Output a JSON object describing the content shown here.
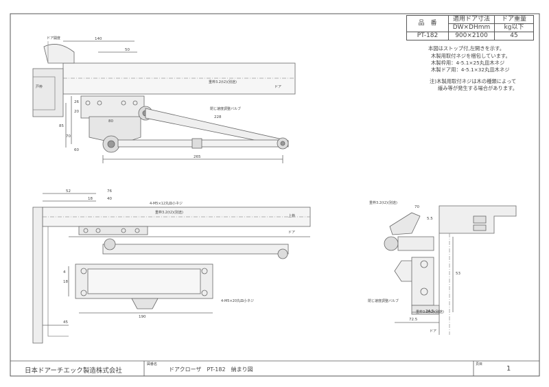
{
  "spec_table": {
    "headers": [
      "品　番",
      "適用ドア寸法",
      "ドア重量"
    ],
    "subheaders": [
      "DW×DHmm",
      "kg以下"
    ],
    "row": [
      "PT-182",
      "900×2100",
      "45"
    ]
  },
  "notes": {
    "line1": "本図はストップ付,左開きを示す。",
    "line2": "木製用取付ネジを梱包しています。",
    "line3": "木製枠用：4-5.1×25丸皿木ネジ",
    "line4": "木製ドア用：4-5.1×32丸皿木ネジ",
    "line5": "注)木製用取付ネジは木の種類によって",
    "line6": "緩み等が発生する場合があります。"
  },
  "top_view": {
    "door_open_label": "ドア開度",
    "frame_label": "戸枠",
    "door_label": "ドア",
    "bracket_label": "重枠3.2(t2)(別途)",
    "valve_label": "閉じ速度調整バルブ",
    "dims": {
      "d140": "140",
      "d50": "50",
      "d26": "26",
      "d20": "20",
      "d80": "80",
      "d85": "85",
      "d70": "70",
      "d60": "60",
      "d265": "265",
      "d228": "228"
    }
  },
  "front_view": {
    "screw_top": "4-M5×12丸皿小ネジ",
    "bracket_label": "重枠3.2(t2)(別途)",
    "frame_label": "上枠",
    "door_label": "ドア",
    "screw_bottom": "4-M5×20丸皿小ネジ",
    "dims": {
      "d52": "52",
      "d76": "76",
      "d18": "18",
      "d40": "40",
      "d45": "45",
      "d190": "190",
      "d4": "4",
      "d18b": "18"
    }
  },
  "side_view": {
    "bracket_label": "重枠3.2(t2)(別途)",
    "valve_label": "閉じ速度調整バルブ",
    "bottom_bracket_label": "重枠3.2(t2)(別途)",
    "door_label": "ドア",
    "dims": {
      "d70": "70",
      "d55": "5.5",
      "d245": "24.5",
      "d725": "72.5",
      "d53": "53"
    }
  },
  "title_block": {
    "company": "日本ドアーチエック製造株式会社",
    "drawing_name_label": "図番名",
    "drawing_title": "ドアクローザ　PT-182　納まり図",
    "page_label": "頁目",
    "page_number": "1"
  }
}
